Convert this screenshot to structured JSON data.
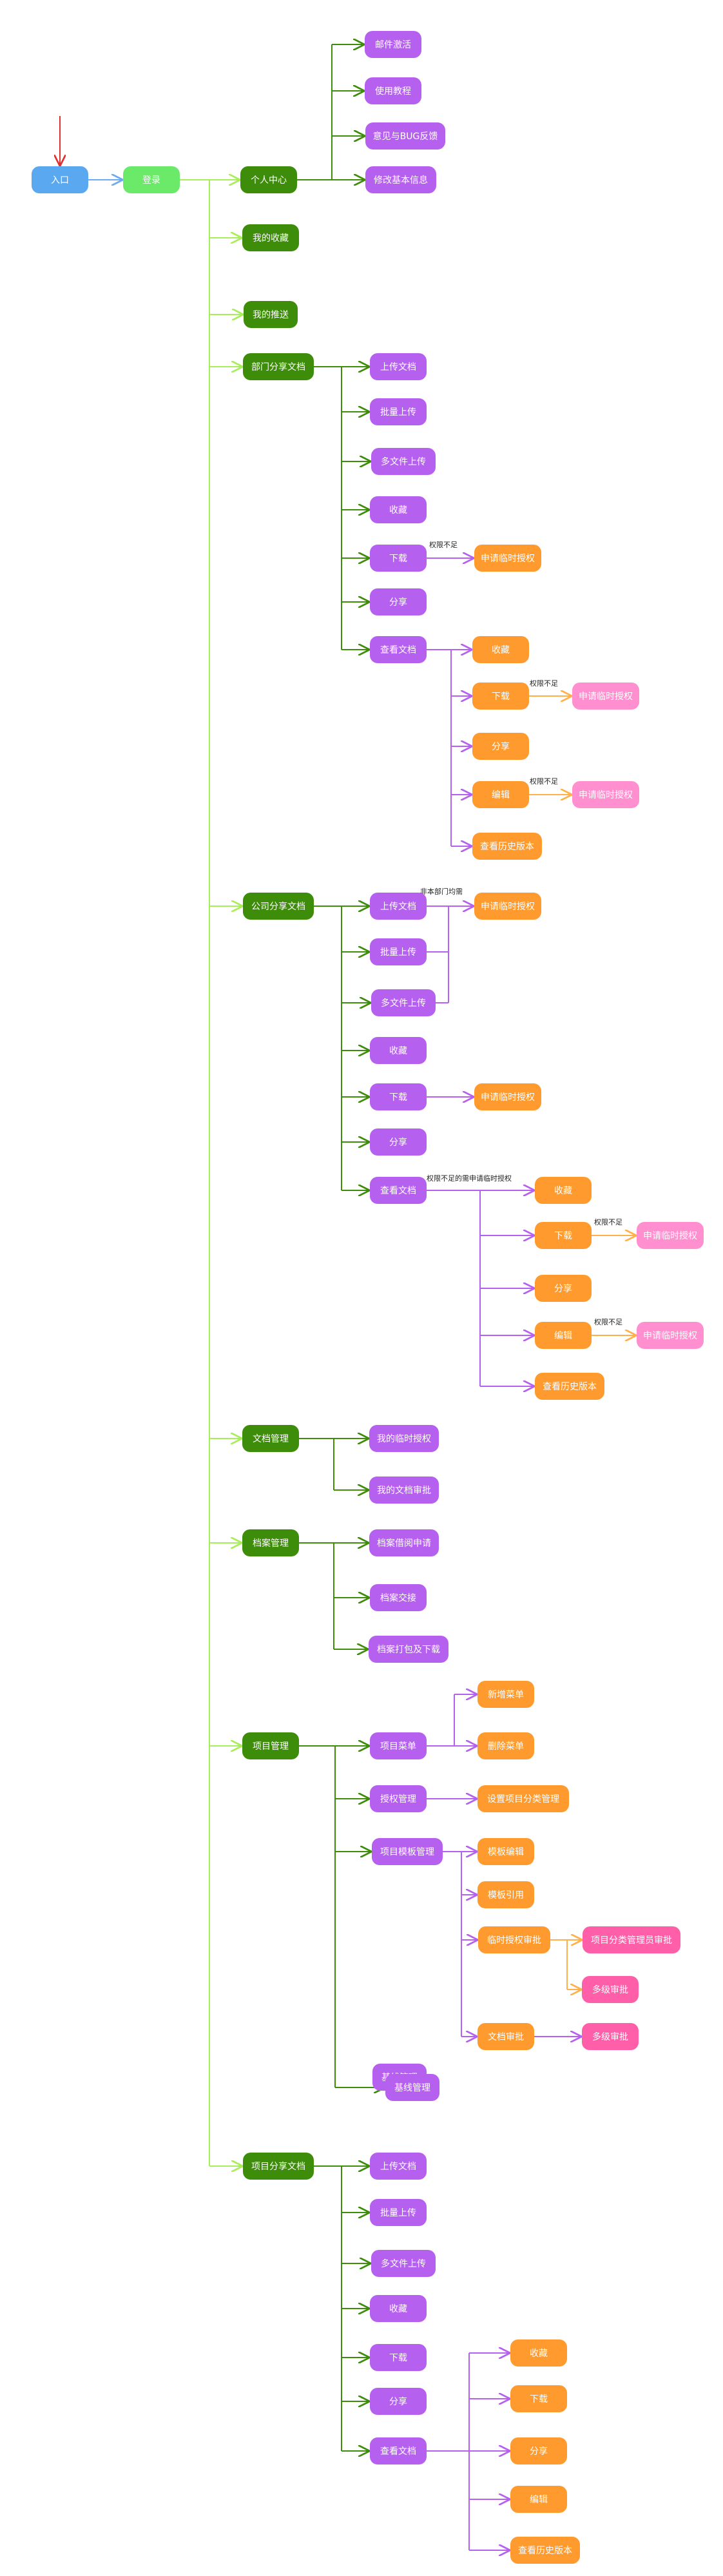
{
  "colors": {
    "entry": "#5aa9f0",
    "login": "#6bea6a",
    "l1": "#3d8c0a",
    "l2": "#b660f0",
    "l3": "#ff9a2e",
    "l4": "#ff8fcf",
    "l4strong": "#ff5fa8",
    "edge_main": "#a8ee5a",
    "edge_l1": "#3d8c0a",
    "edge_l2": "#b660f0",
    "edge_l3": "#ffb04a",
    "arrow_red": "#e03030",
    "arrow_blue": "#6aaaf0"
  },
  "nodes": {
    "entry": "入口",
    "login": "登录",
    "personal": "个人中心",
    "mail": "邮件激活",
    "tutorial": "使用教程",
    "feedback": "意见与BUG反馈",
    "basic_info": "修改基本信息",
    "favorites": "我的收藏",
    "push": "我的推送",
    "dept_share": "部门分享文档",
    "d_upload": "上传文档",
    "d_batch": "批量上传",
    "d_multi": "多文件上传",
    "d_fav": "收藏",
    "d_down": "下载",
    "d_down_apply": "申请临时授权",
    "d_share": "分享",
    "d_view": "查看文档",
    "dv_fav": "收藏",
    "dv_down": "下载",
    "dv_down_apply": "申请临时授权",
    "dv_share": "分享",
    "dv_edit": "编辑",
    "dv_edit_apply": "申请临时授权",
    "dv_history": "查看历史版本",
    "co_share": "公司分享文档",
    "c_upload": "上传文档",
    "c_upload_apply": "申请临时授权",
    "c_batch": "批量上传",
    "c_multi": "多文件上传",
    "c_fav": "收藏",
    "c_down": "下载",
    "c_down_apply": "申请临时授权",
    "c_share": "分享",
    "c_view": "查看文档",
    "cv_fav": "收藏",
    "cv_down": "下载",
    "cv_down_apply": "申请临时授权",
    "cv_share": "分享",
    "cv_edit": "编辑",
    "cv_edit_apply": "申请临时授权",
    "cv_history": "查看历史版本",
    "doc_mgmt": "文档管理",
    "dm_temp": "我的临时授权",
    "dm_review": "我的文档审批",
    "archive": "档案管理",
    "ar_borrow": "档案借阅申请",
    "ar_hand": "档案交接",
    "ar_print": "档案打包及下载",
    "project": "项目管理",
    "p_menu": "项目菜单",
    "p_add_menu": "新增菜单",
    "p_del_menu": "删除菜单",
    "p_auth": "授权管理",
    "p_set_admin": "设置项目分类管理",
    "p_tpl": "项目模板管理",
    "p_tpl_edit": "模板编辑",
    "p_tpl_ref": "模板引用",
    "p_temp_review": "临时授权审批",
    "p_admin_review": "项目分类管理员审批",
    "p_multi_review": "多级审批",
    "p_doc_review": "文档审批",
    "p_doc_multi": "多级审批",
    "p_base_back": "基线管理",
    "p_base": "基线管理",
    "proj_share": "项目分享文档",
    "ps_upload": "上传文档",
    "ps_batch": "批量上传",
    "ps_multi": "多文件上传",
    "ps_fav": "收藏",
    "ps_down": "下载",
    "ps_share": "分享",
    "ps_view": "查看文档",
    "pv_fav": "收藏",
    "pv_down": "下载",
    "pv_share": "分享",
    "pv_edit": "编辑",
    "pv_history": "查看历史版本"
  },
  "edge_labels": {
    "d_down_insufficient": "权限不足",
    "dv_down_insufficient": "权限不足",
    "dv_edit_insufficient": "权限不足",
    "c_not_dept": "非本部门均需",
    "c_down_insufficient": "",
    "c_view_note": "权限不足的需申请临时授权",
    "cv_down_insufficient": "权限不足",
    "cv_edit_insufficient": "权限不足"
  }
}
